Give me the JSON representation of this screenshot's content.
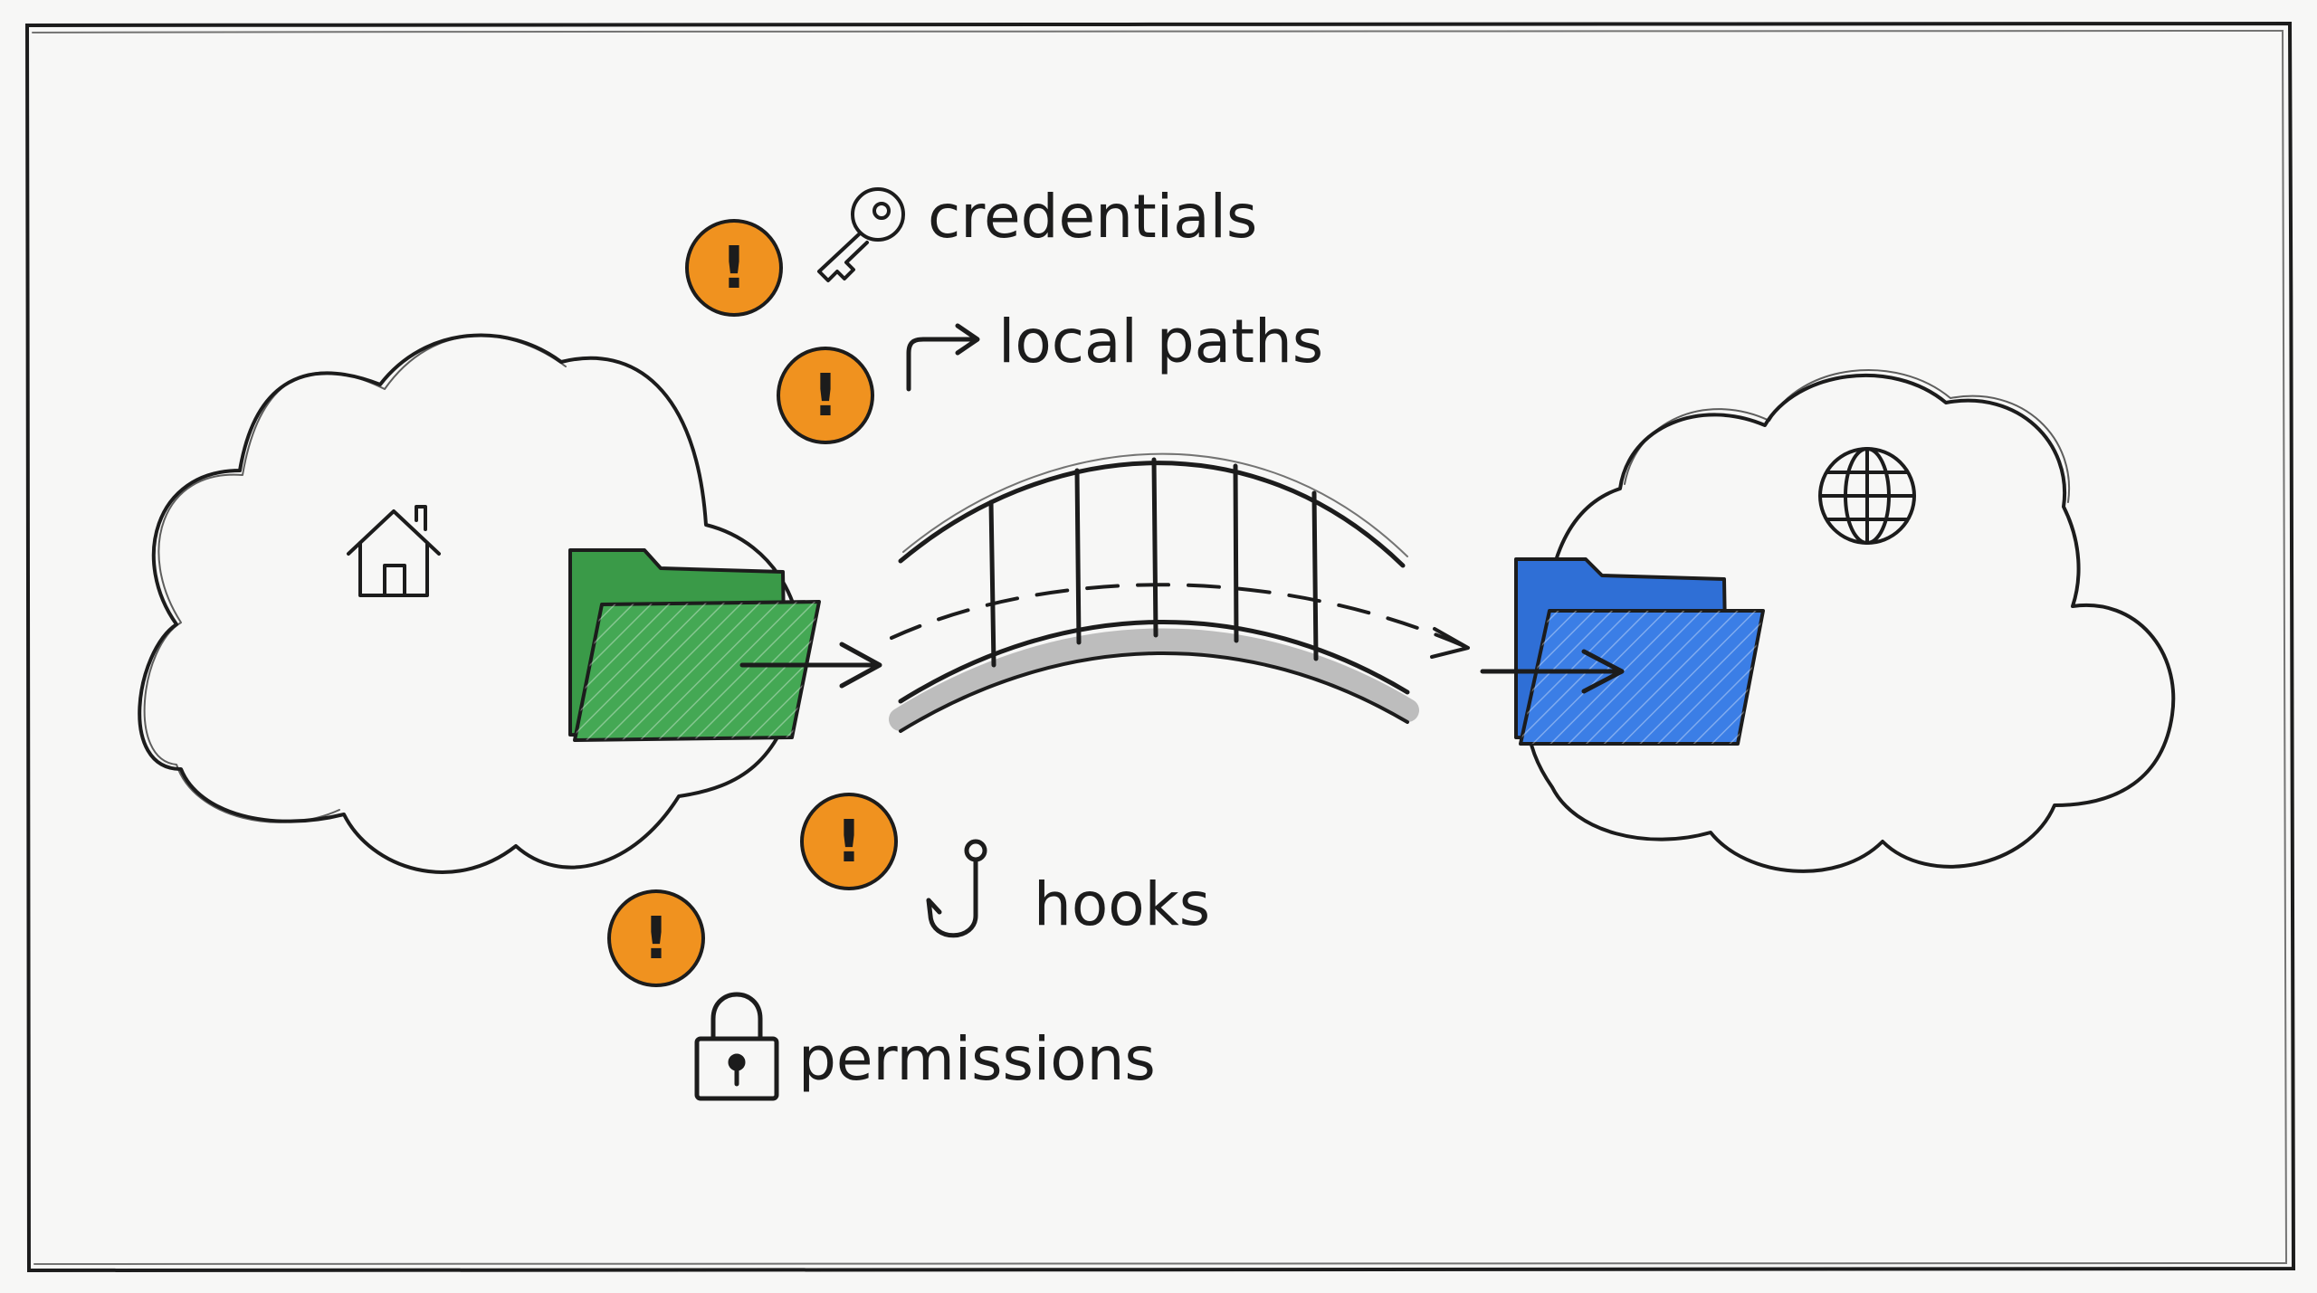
{
  "labels": {
    "credentials": "credentials",
    "local_paths": "local paths",
    "hooks": "hooks",
    "permissions": "permissions"
  },
  "warning_glyph": "!",
  "icons": {
    "source_cloud": "home-icon",
    "destination_cloud": "globe-icon",
    "credentials": "key-icon",
    "local_paths": "redirect-arrow-icon",
    "hooks": "fishhook-icon",
    "permissions": "padlock-icon",
    "warnings": "warning-icon"
  },
  "colors": {
    "source_folder": "#3a9a48",
    "destination_folder": "#2f6fd6",
    "warning": "#f0921f",
    "ink": "#1c1c1c",
    "bridge_shadow": "#bdbdbd"
  }
}
